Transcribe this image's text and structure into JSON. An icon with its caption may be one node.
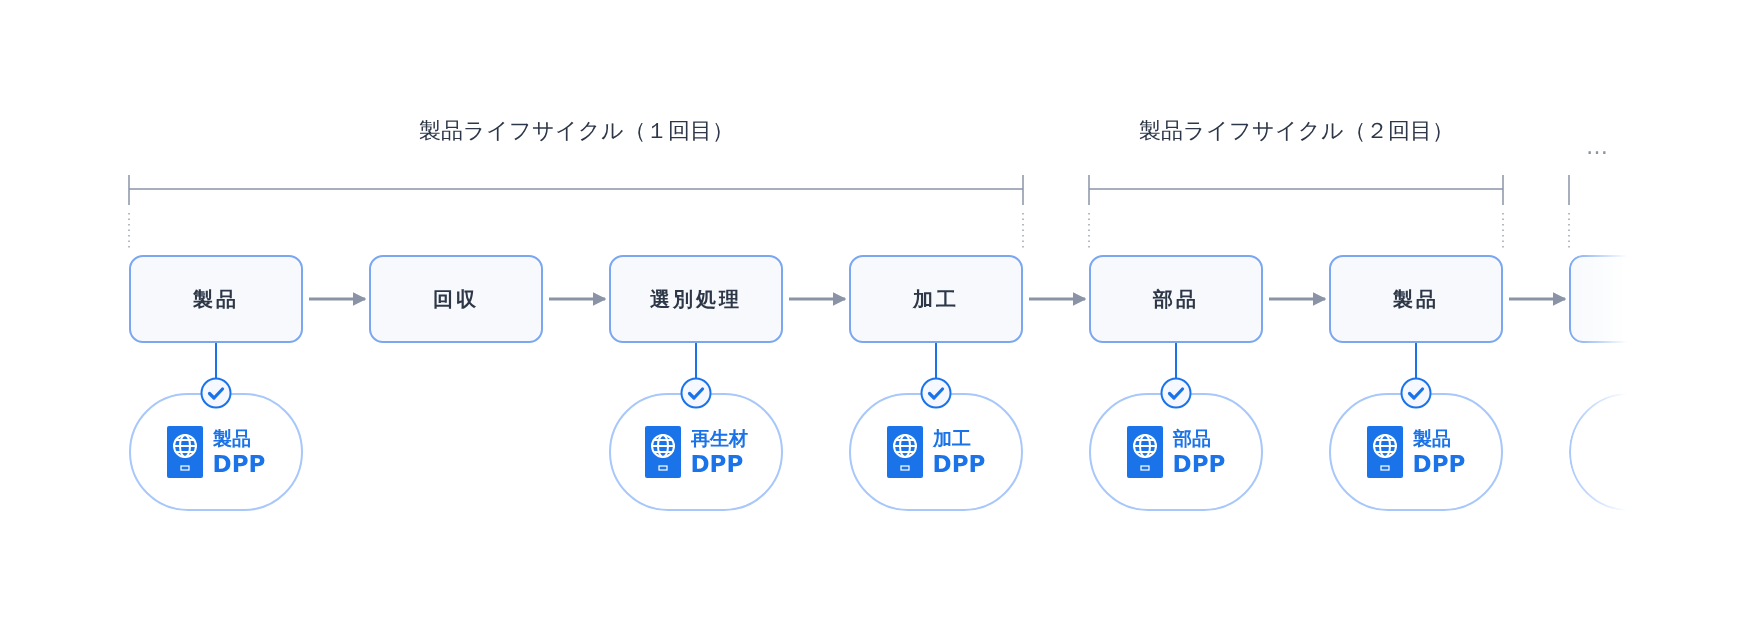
{
  "diagram": {
    "nodes": [
      {
        "text": [
          "製品"
        ]
      },
      {
        "text": [
          "回収"
        ]
      },
      {
        "text": [
          "選別処理"
        ]
      },
      {
        "text": [
          "加工"
        ]
      },
      {
        "text": [
          "部品"
        ]
      },
      {
        "text": [
          "製品"
        ]
      },
      {
        "text": [],
        "shape": "box"
      },
      {
        "text": [
          "製品",
          "DPP"
        ]
      },
      {
        "text": [
          "再生材",
          "DPP"
        ]
      },
      {
        "text": [
          "加工",
          "DPP"
        ]
      },
      {
        "text": [
          "部品",
          "DPP"
        ]
      },
      {
        "text": [
          "製品",
          "DPP"
        ]
      },
      {
        "text": [],
        "shape": "pill"
      }
    ],
    "edges": [
      {
        "from": 0,
        "to": 1,
        "arrow": "to"
      },
      {
        "from": 1,
        "to": 2,
        "arrow": "to"
      },
      {
        "from": 2,
        "to": 3,
        "arrow": "to"
      },
      {
        "from": 3,
        "to": 4,
        "arrow": "to"
      },
      {
        "from": 4,
        "to": 5,
        "arrow": "to"
      },
      {
        "from": 5,
        "to": 6,
        "arrow": "to"
      },
      {
        "from": 0,
        "to": 7,
        "arrow": "other",
        "color": "#1a73e8"
      },
      {
        "from": 2,
        "to": 8,
        "arrow": "other",
        "color": "#1a73e8"
      },
      {
        "from": 3,
        "to": 9,
        "arrow": "other",
        "color": "#1a73e8"
      },
      {
        "from": 4,
        "to": 10,
        "arrow": "other",
        "color": "#1a73e8"
      },
      {
        "from": 5,
        "to": 11,
        "arrow": "other",
        "color": "#1a73e8"
      }
    ],
    "labels": [
      "製品ライフサイクル（１回目）",
      "製品ライフサイクル（２回目）",
      "…"
    ]
  }
}
